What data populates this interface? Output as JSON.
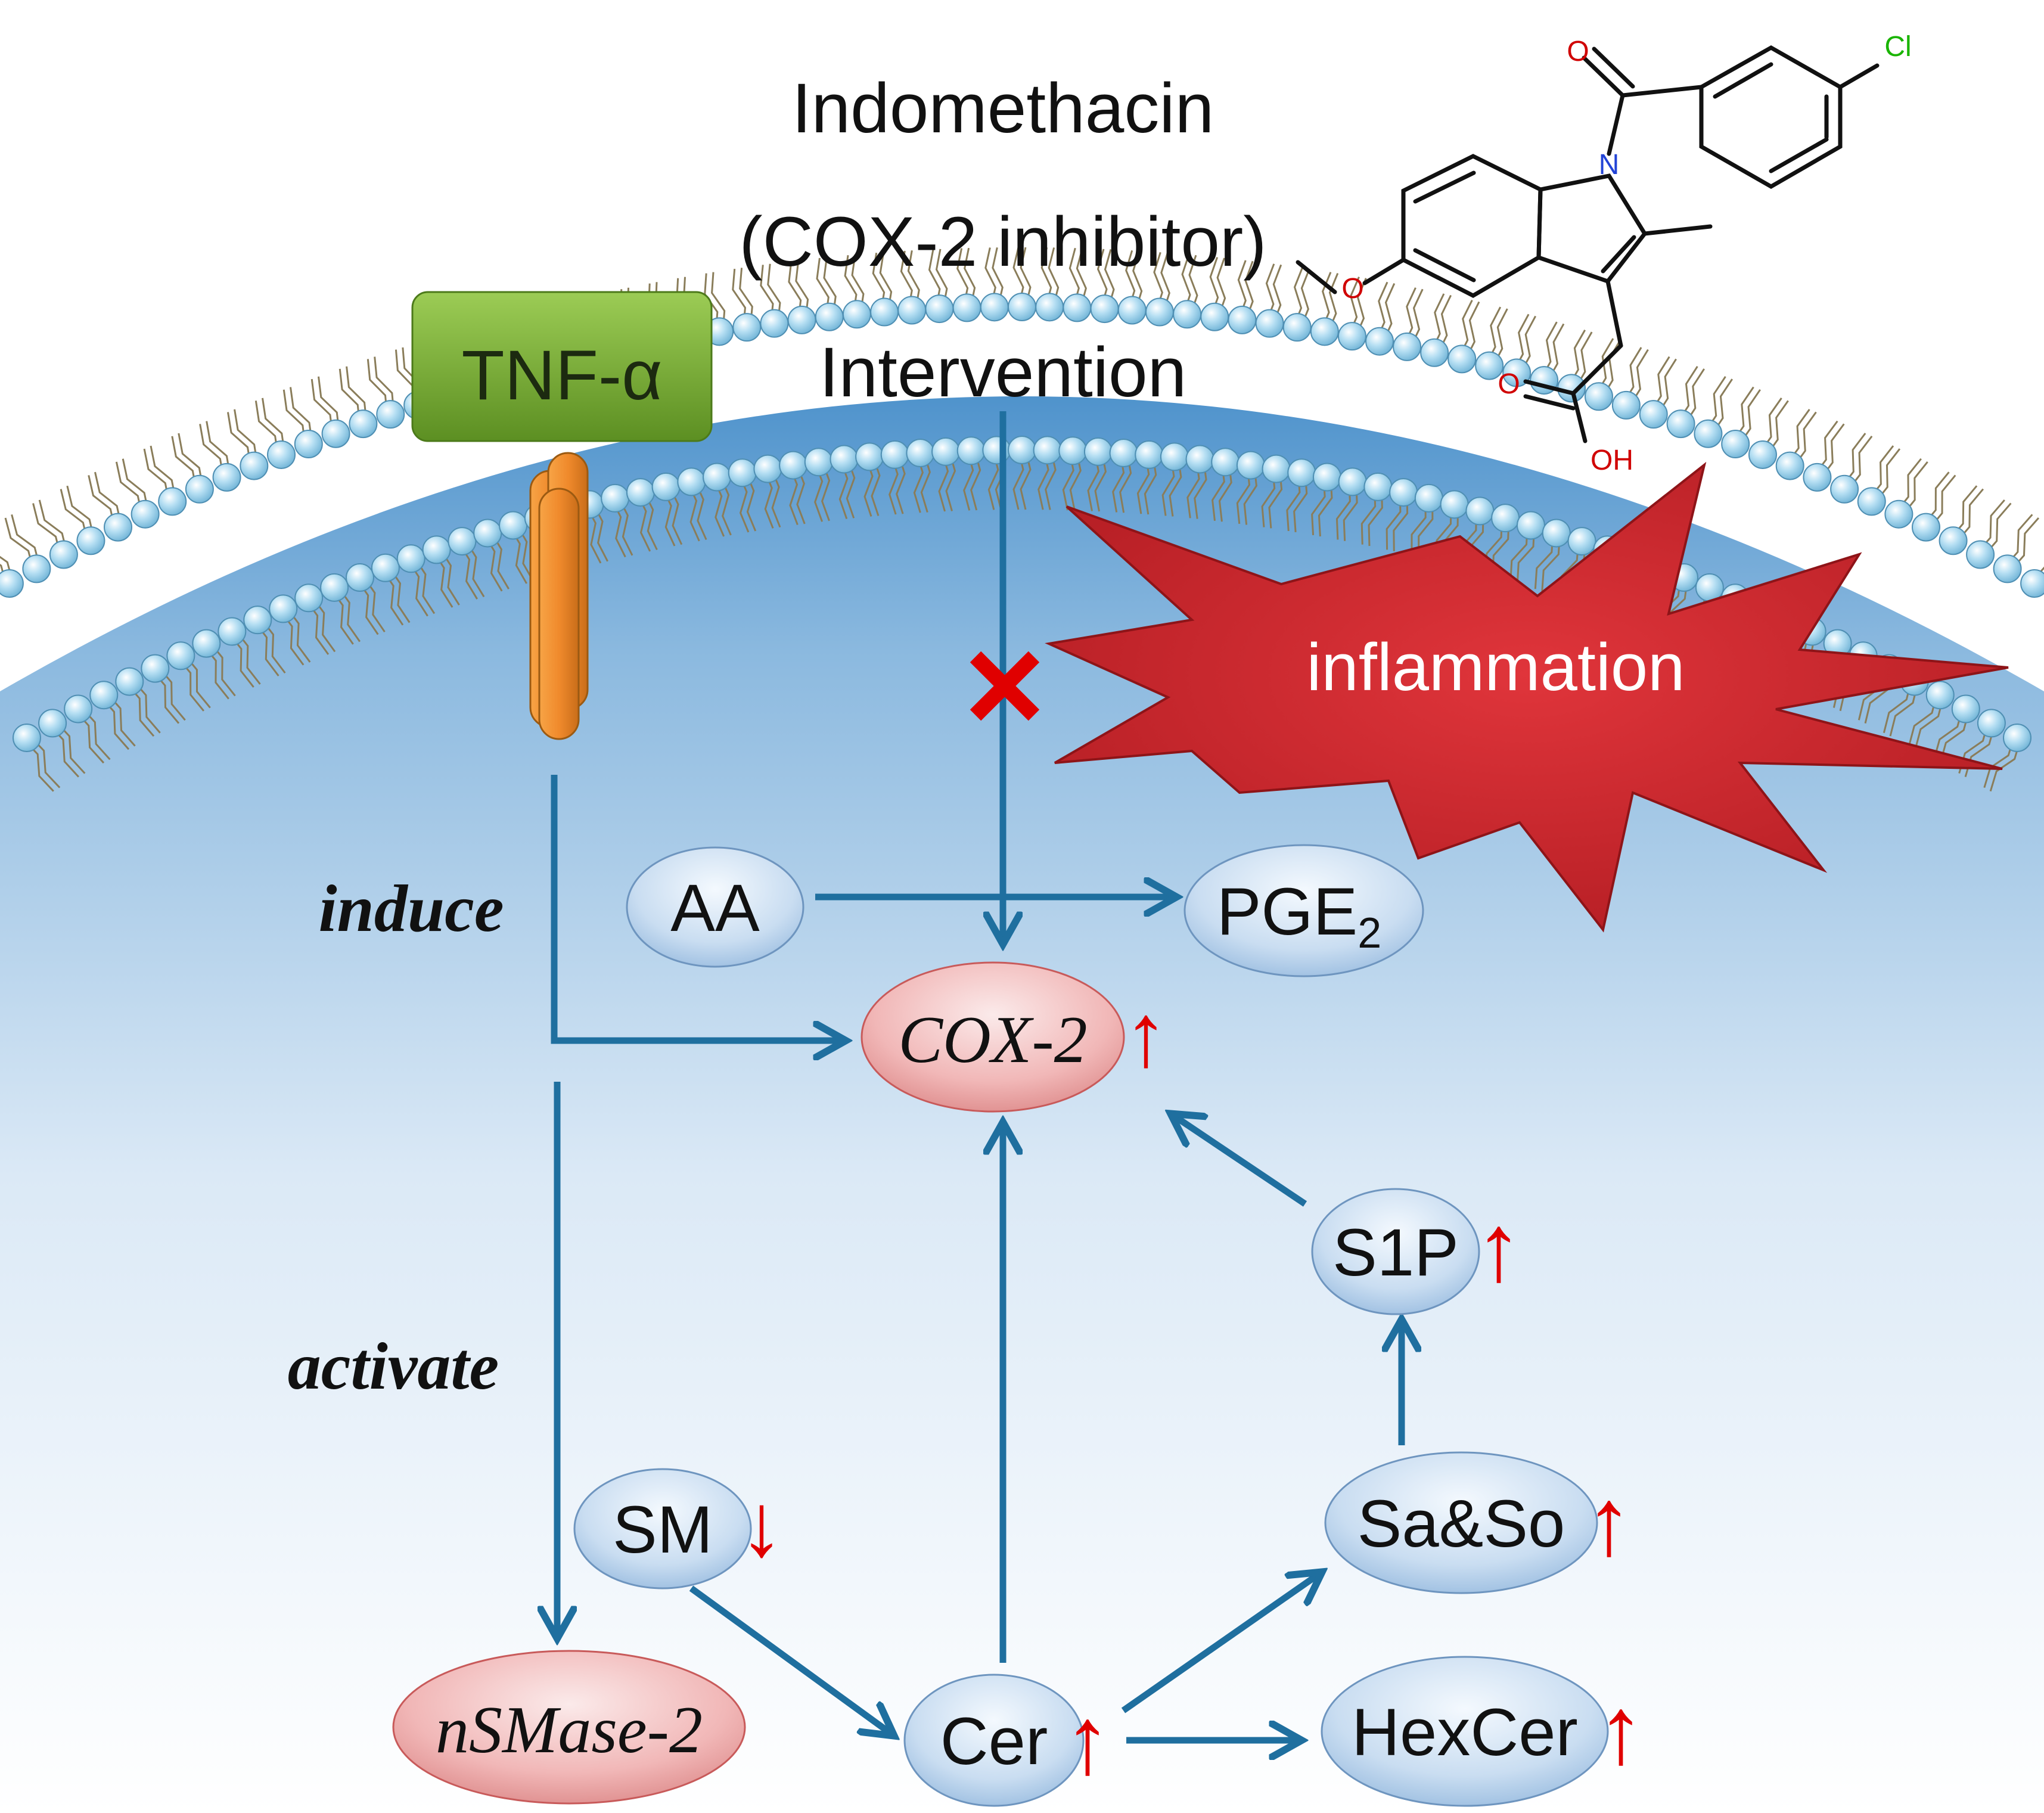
{
  "drug": {
    "name": "Indomethacin",
    "role": "(COX-2 inhibitor)",
    "action": "Intervention"
  },
  "structure": {
    "atoms": {
      "oxygen": "O",
      "nitrogen": "N",
      "chlorine": "Cl",
      "hydroxyl": "OH"
    }
  },
  "receptor_ligand": "TNF-α",
  "burst": "inflammation",
  "edge_labels": {
    "induce": "induce",
    "activate": "activate"
  },
  "nodes": {
    "aa": "AA",
    "pge2": {
      "text": "PGE",
      "sub": "2"
    },
    "cox2": "COX-2",
    "s1p": "S1P",
    "sm": "SM",
    "sa_so": "Sa&So",
    "nsmase2": "nSMase-2",
    "cer": "Cer",
    "hexcer": "HexCer"
  },
  "trends": {
    "cox2": "↑",
    "s1p": "↑",
    "sm": "↓",
    "sa_so": "↑",
    "cer": "↑",
    "hexcer": "↑"
  },
  "colors": {
    "arrow": "#1f6f9f",
    "trend": "#e00000",
    "burst": "#c8242a",
    "tnf_box": "#6fa32c",
    "receptor": "#ee8a2a",
    "node_blue": "#c7dcf2",
    "node_red": "#f2b6b6",
    "cytoplasm": "#5d9fd3"
  }
}
